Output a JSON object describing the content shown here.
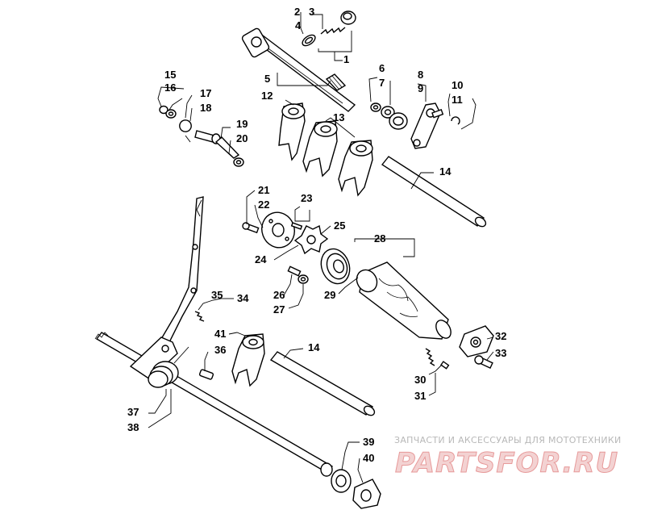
{
  "callouts": [
    "1",
    "2",
    "3",
    "4",
    "5",
    "6",
    "7",
    "8",
    "9",
    "10",
    "11",
    "12",
    "13",
    "14",
    "15",
    "16",
    "17",
    "18",
    "19",
    "20",
    "21",
    "22",
    "23",
    "24",
    "25",
    "26",
    "27",
    "28",
    "29",
    "30",
    "31",
    "32",
    "33",
    "34",
    "35",
    "36",
    "37",
    "38",
    "39",
    "40",
    "41",
    "14"
  ],
  "watermark": {
    "tagline": "ЗАПЧАСТИ И АКСЕССУАРЫ ДЛЯ МОТОТЕХНИКИ",
    "logo": "PARTSFOR.RU"
  }
}
